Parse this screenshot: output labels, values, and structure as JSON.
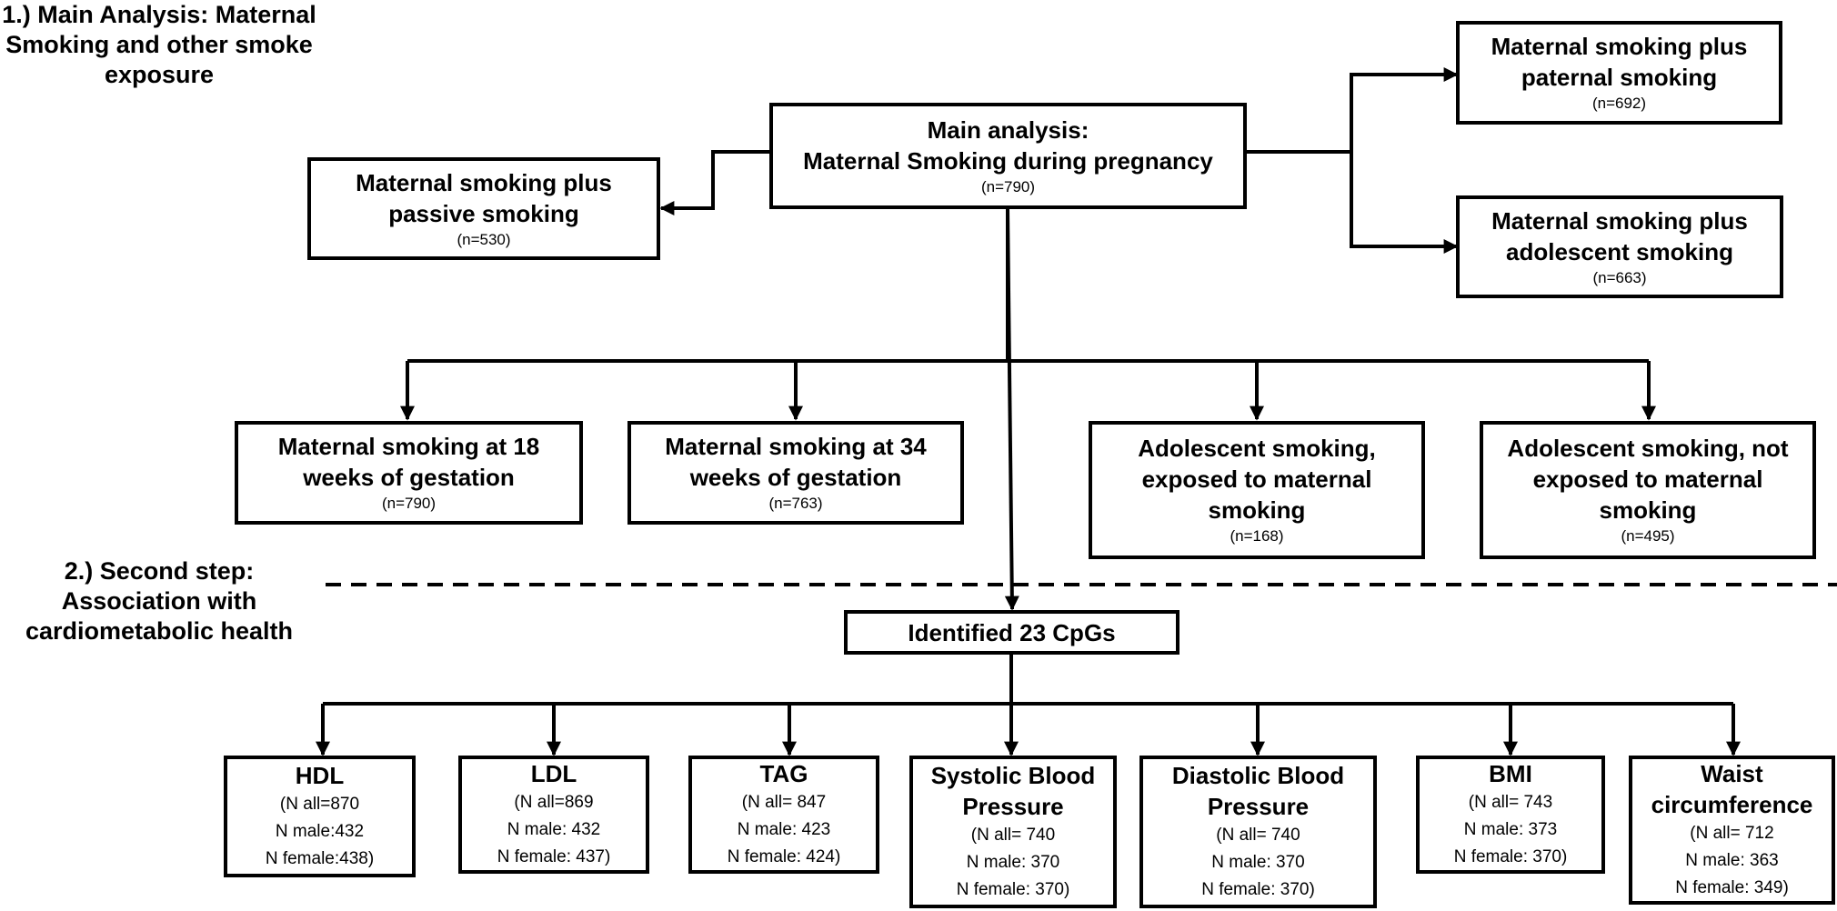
{
  "sections": {
    "main_label": "1.) Main Analysis: Maternal Smoking and other smoke exposure",
    "second_label": "2.) Second step: Association with cardiometabolic health"
  },
  "main_box": {
    "title_line1": "Main analysis:",
    "title_line2": "Maternal Smoking during pregnancy",
    "n": "(n=790)"
  },
  "side_boxes": {
    "passive": {
      "title": "Maternal smoking plus passive smoking",
      "n": "(n=530)"
    },
    "paternal": {
      "title": "Maternal smoking plus paternal smoking",
      "n": "(n=692)"
    },
    "adolescent": {
      "title": "Maternal smoking plus adolescent smoking",
      "n": "(n=663)"
    }
  },
  "sub_boxes": {
    "week18": {
      "title": "Maternal smoking at 18 weeks of gestation",
      "n": "(n=790)"
    },
    "week34": {
      "title": "Maternal smoking at 34 weeks of gestation",
      "n": "(n=763)"
    },
    "adol_exposed": {
      "title": "Adolescent smoking, exposed to maternal smoking",
      "n": "(n=168)"
    },
    "adol_not_exposed": {
      "title": "Adolescent smoking, not exposed to maternal smoking",
      "n": "(n=495)"
    }
  },
  "cpg_box": {
    "title": "Identified 23 CpGs"
  },
  "outcomes": {
    "hdl": {
      "title": "HDL",
      "all": "(N all=870",
      "male": "N male:432",
      "female": "N female:438)"
    },
    "ldl": {
      "title": "LDL",
      "all": "(N all=869",
      "male": "N male: 432",
      "female": "N female: 437)"
    },
    "tag": {
      "title": "TAG",
      "all": "(N all= 847",
      "male": "N male: 423",
      "female": "N female: 424)"
    },
    "sbp": {
      "title": "Systolic Blood Pressure",
      "all": "(N all= 740",
      "male": "N male: 370",
      "female": "N female: 370)"
    },
    "dbp": {
      "title": "Diastolic Blood Pressure",
      "all": "(N all= 740",
      "male": "N male: 370",
      "female": "N female: 370)"
    },
    "bmi": {
      "title": "BMI",
      "all": "(N all= 743",
      "male": "N male: 373",
      "female": "N female: 370)"
    },
    "waist": {
      "title": "Waist circumference",
      "all": "(N all= 712",
      "male": "N male: 363",
      "female": "N female: 349)"
    }
  }
}
